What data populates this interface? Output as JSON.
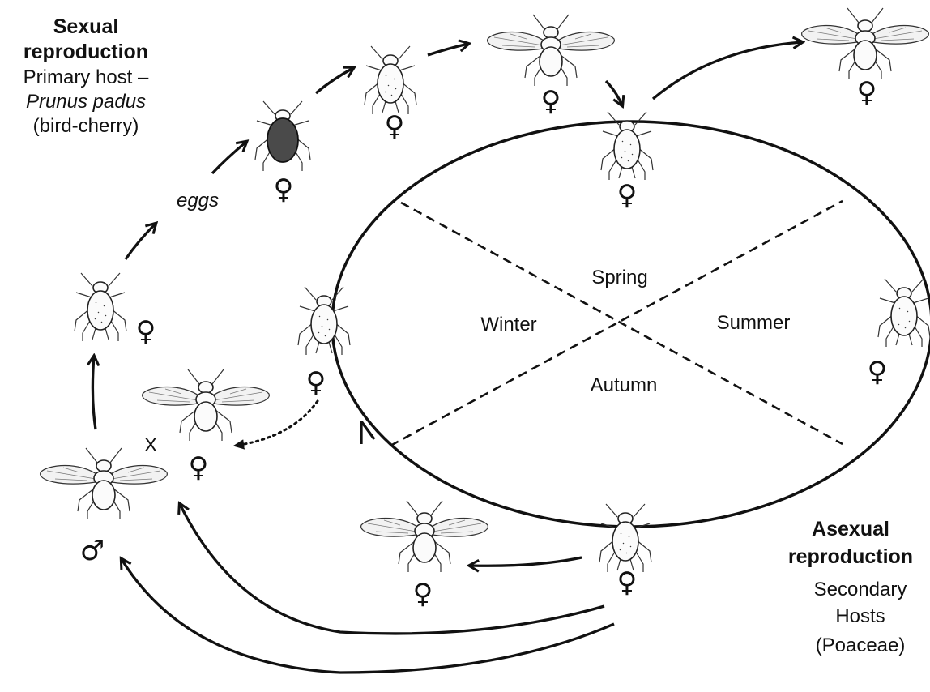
{
  "sexual": {
    "title_line1": "Sexual",
    "title_line2": "reproduction",
    "host_line1": "Primary host –",
    "host_line2": "Prunus padus",
    "host_line3": "(bird-cherry)"
  },
  "asexual": {
    "title_line1": "Asexual",
    "title_line2": "reproduction",
    "host_line1": "Secondary",
    "host_line2": "Hosts",
    "host_line3": "(Poaceae)"
  },
  "seasons": {
    "spring": "Spring",
    "summer": "Summer",
    "autumn": "Autumn",
    "winter": "Winter"
  },
  "eggs_label": "eggs",
  "cross_symbol": "X",
  "female_symbol": "♀",
  "male_symbol": "♂"
}
